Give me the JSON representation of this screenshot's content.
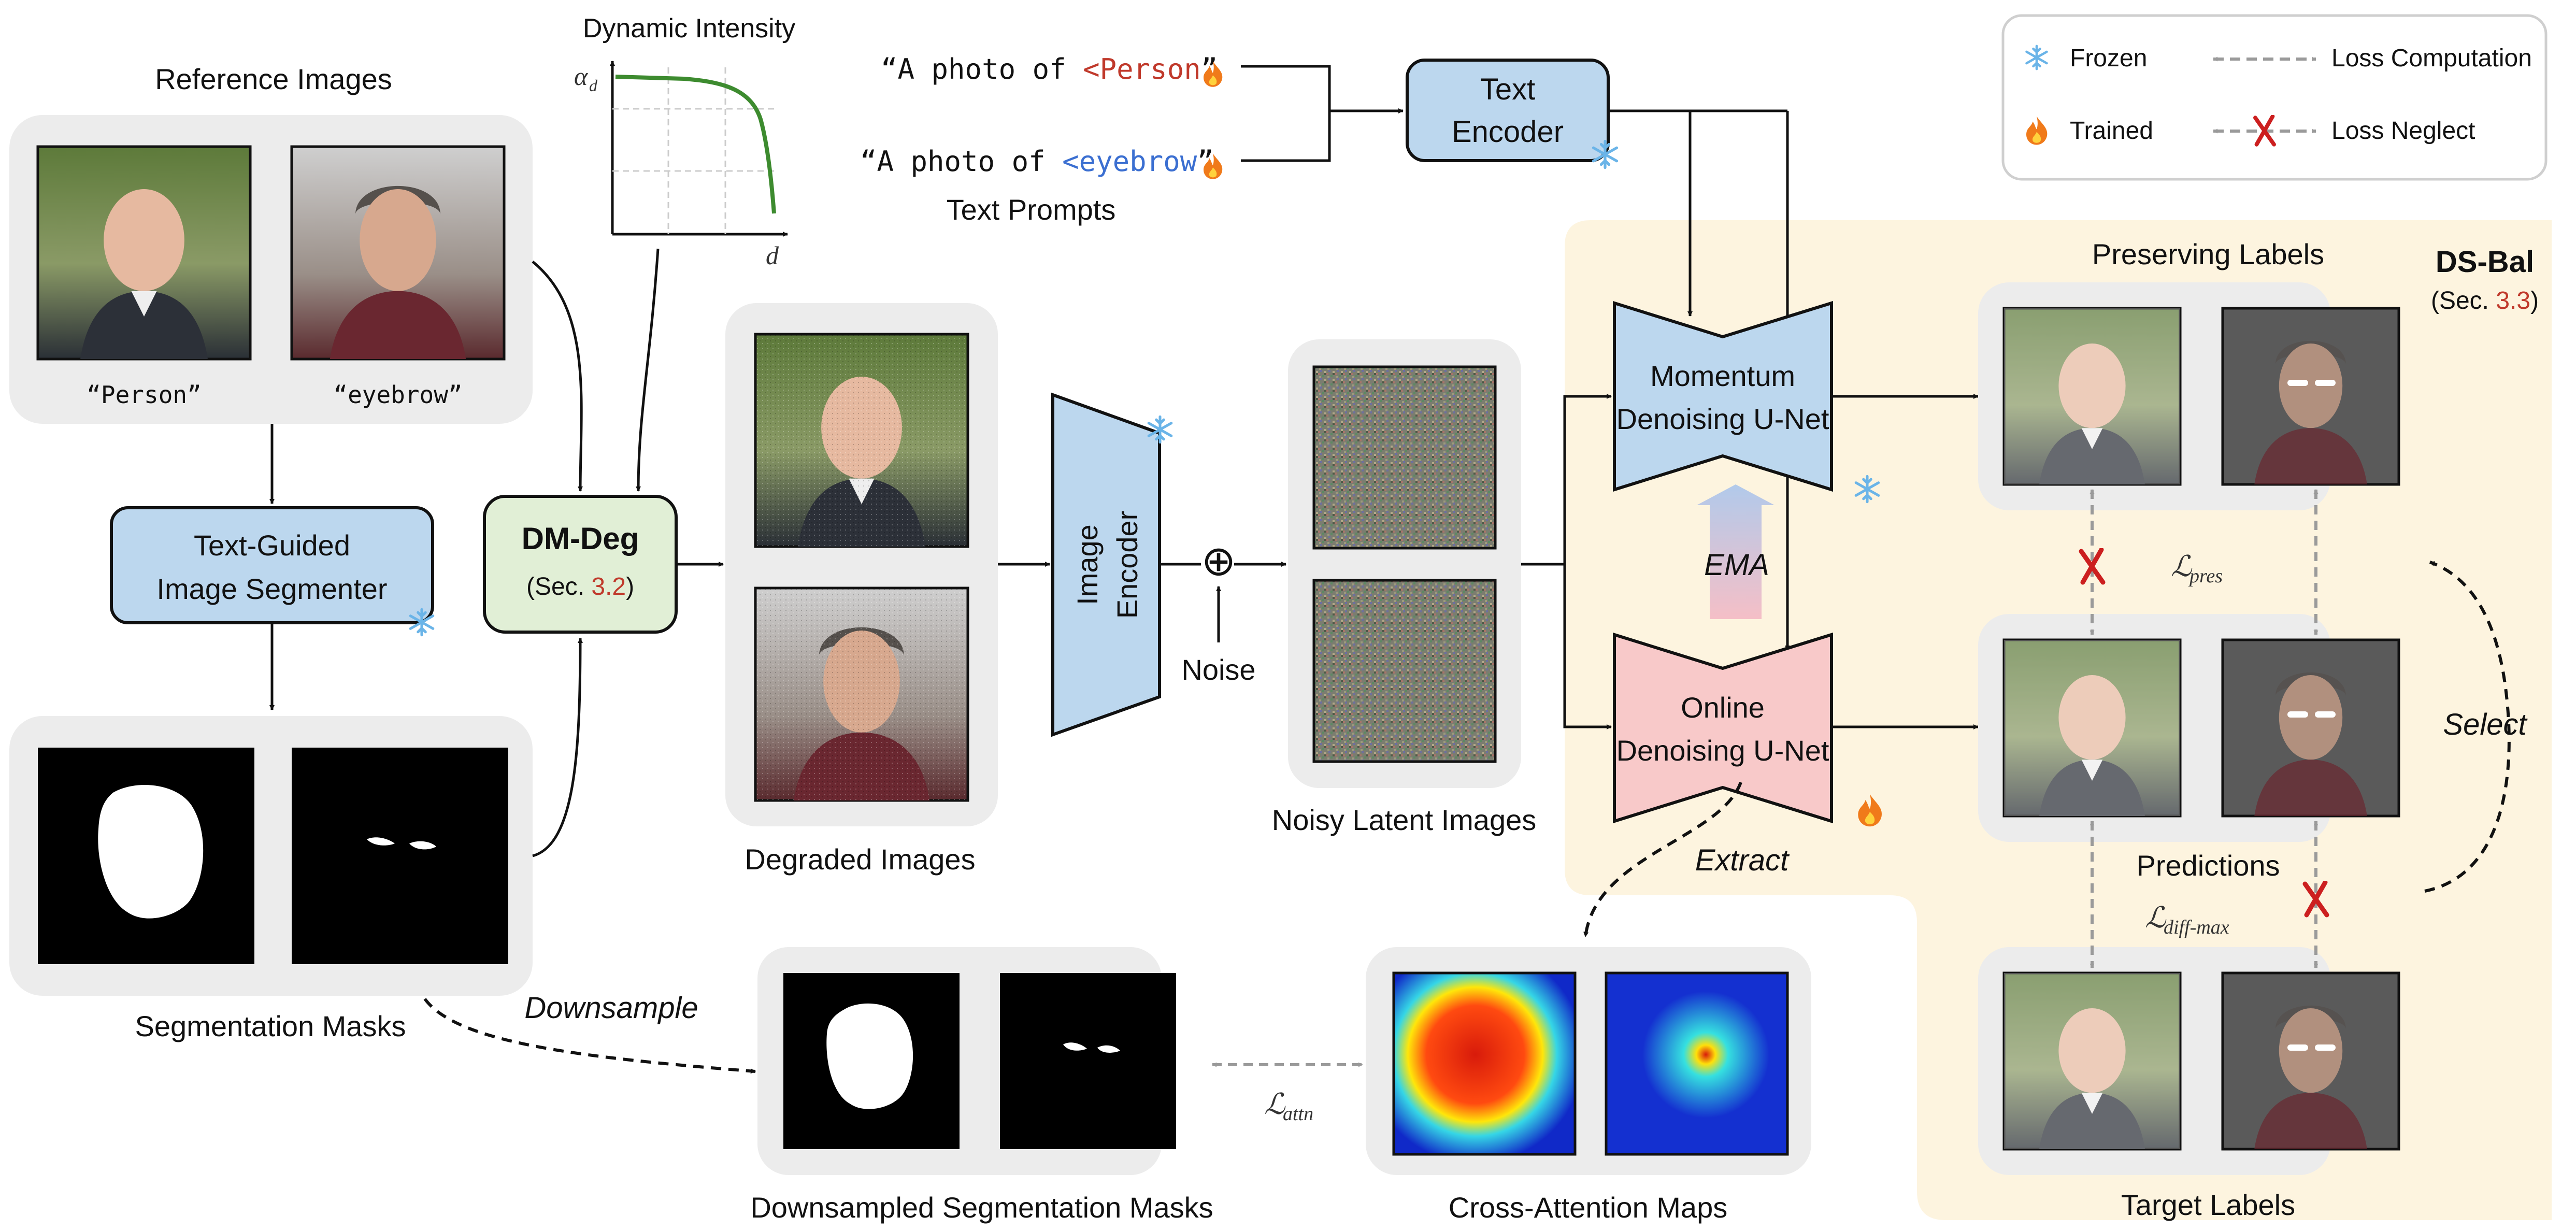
{
  "legend": {
    "frozen": "Frozen",
    "trained": "Trained",
    "loss_computation": "Loss Computation",
    "loss_neglect": "Loss Neglect"
  },
  "reference": {
    "title": "Reference Images",
    "caption_person": "“Person”",
    "caption_eyebrow": "“eyebrow”"
  },
  "intensity": {
    "title": "Dynamic Intensity",
    "y_label": "α",
    "y_sub": "d",
    "x_label": "d"
  },
  "prompts": {
    "p1_pre": "“A photo of ",
    "p1_token": "<Person",
    "p1_post": "”",
    "p2_pre": "“A photo of ",
    "p2_token": "<eyebrow",
    "p2_post": "”",
    "caption": "Text Prompts"
  },
  "text_encoder": {
    "line1": "Text",
    "line2": "Encoder"
  },
  "segmenter": {
    "line1": "Text-Guided",
    "line2": "Image Segmenter"
  },
  "dmdeg": {
    "title": "DM-Deg",
    "sec_pre": "(Sec. ",
    "sec_num": "3.2",
    "sec_post": ")"
  },
  "degraded": {
    "caption": "Degraded Images"
  },
  "image_encoder": {
    "line1": "Image",
    "line2": "Encoder"
  },
  "noise": {
    "label": "Noise",
    "symbol": "⊕"
  },
  "noisy": {
    "caption": "Noisy Latent Images"
  },
  "masks": {
    "caption": "Segmentation Masks",
    "downsample": "Downsample"
  },
  "ds_masks": {
    "caption": "Downsampled Segmentation Masks"
  },
  "attn": {
    "caption": "Cross-Attention Maps",
    "loss": "ℒ",
    "loss_sub": "attn"
  },
  "momentum": {
    "line1": "Momentum",
    "line2": "Denoising U-Net"
  },
  "online": {
    "line1": "Online",
    "line2": "Denoising U-Net"
  },
  "ema": "EMA",
  "extract": "Extract",
  "dsbal": {
    "title": "DS-Bal",
    "sec_pre": "(Sec. ",
    "sec_num": "3.3",
    "sec_post": ")"
  },
  "labels": {
    "preserving": "Preserving Labels",
    "predictions": "Predictions",
    "target": "Target Labels",
    "select": "Select",
    "loss_pres": "ℒ",
    "loss_pres_sub": "pres",
    "loss_diff": "ℒ",
    "loss_diff_sub": "diff-max"
  },
  "colors": {
    "frozen_box": "#bcd7ee",
    "trained_box": "#f8c9c9",
    "dmdeg_box": "#e1efd6",
    "dsbal_bg": "#fdf4df",
    "panel": "#ececec",
    "token_red": "#c0392b",
    "token_blue": "#3b6fd1",
    "sec_red": "#c0392b",
    "curve_green": "#3d8b2f",
    "neglect_red": "#cc1f1f"
  },
  "icons": {
    "frozen": "snowflake-icon",
    "trained": "flame-icon",
    "neglect": "red-x-icon"
  }
}
